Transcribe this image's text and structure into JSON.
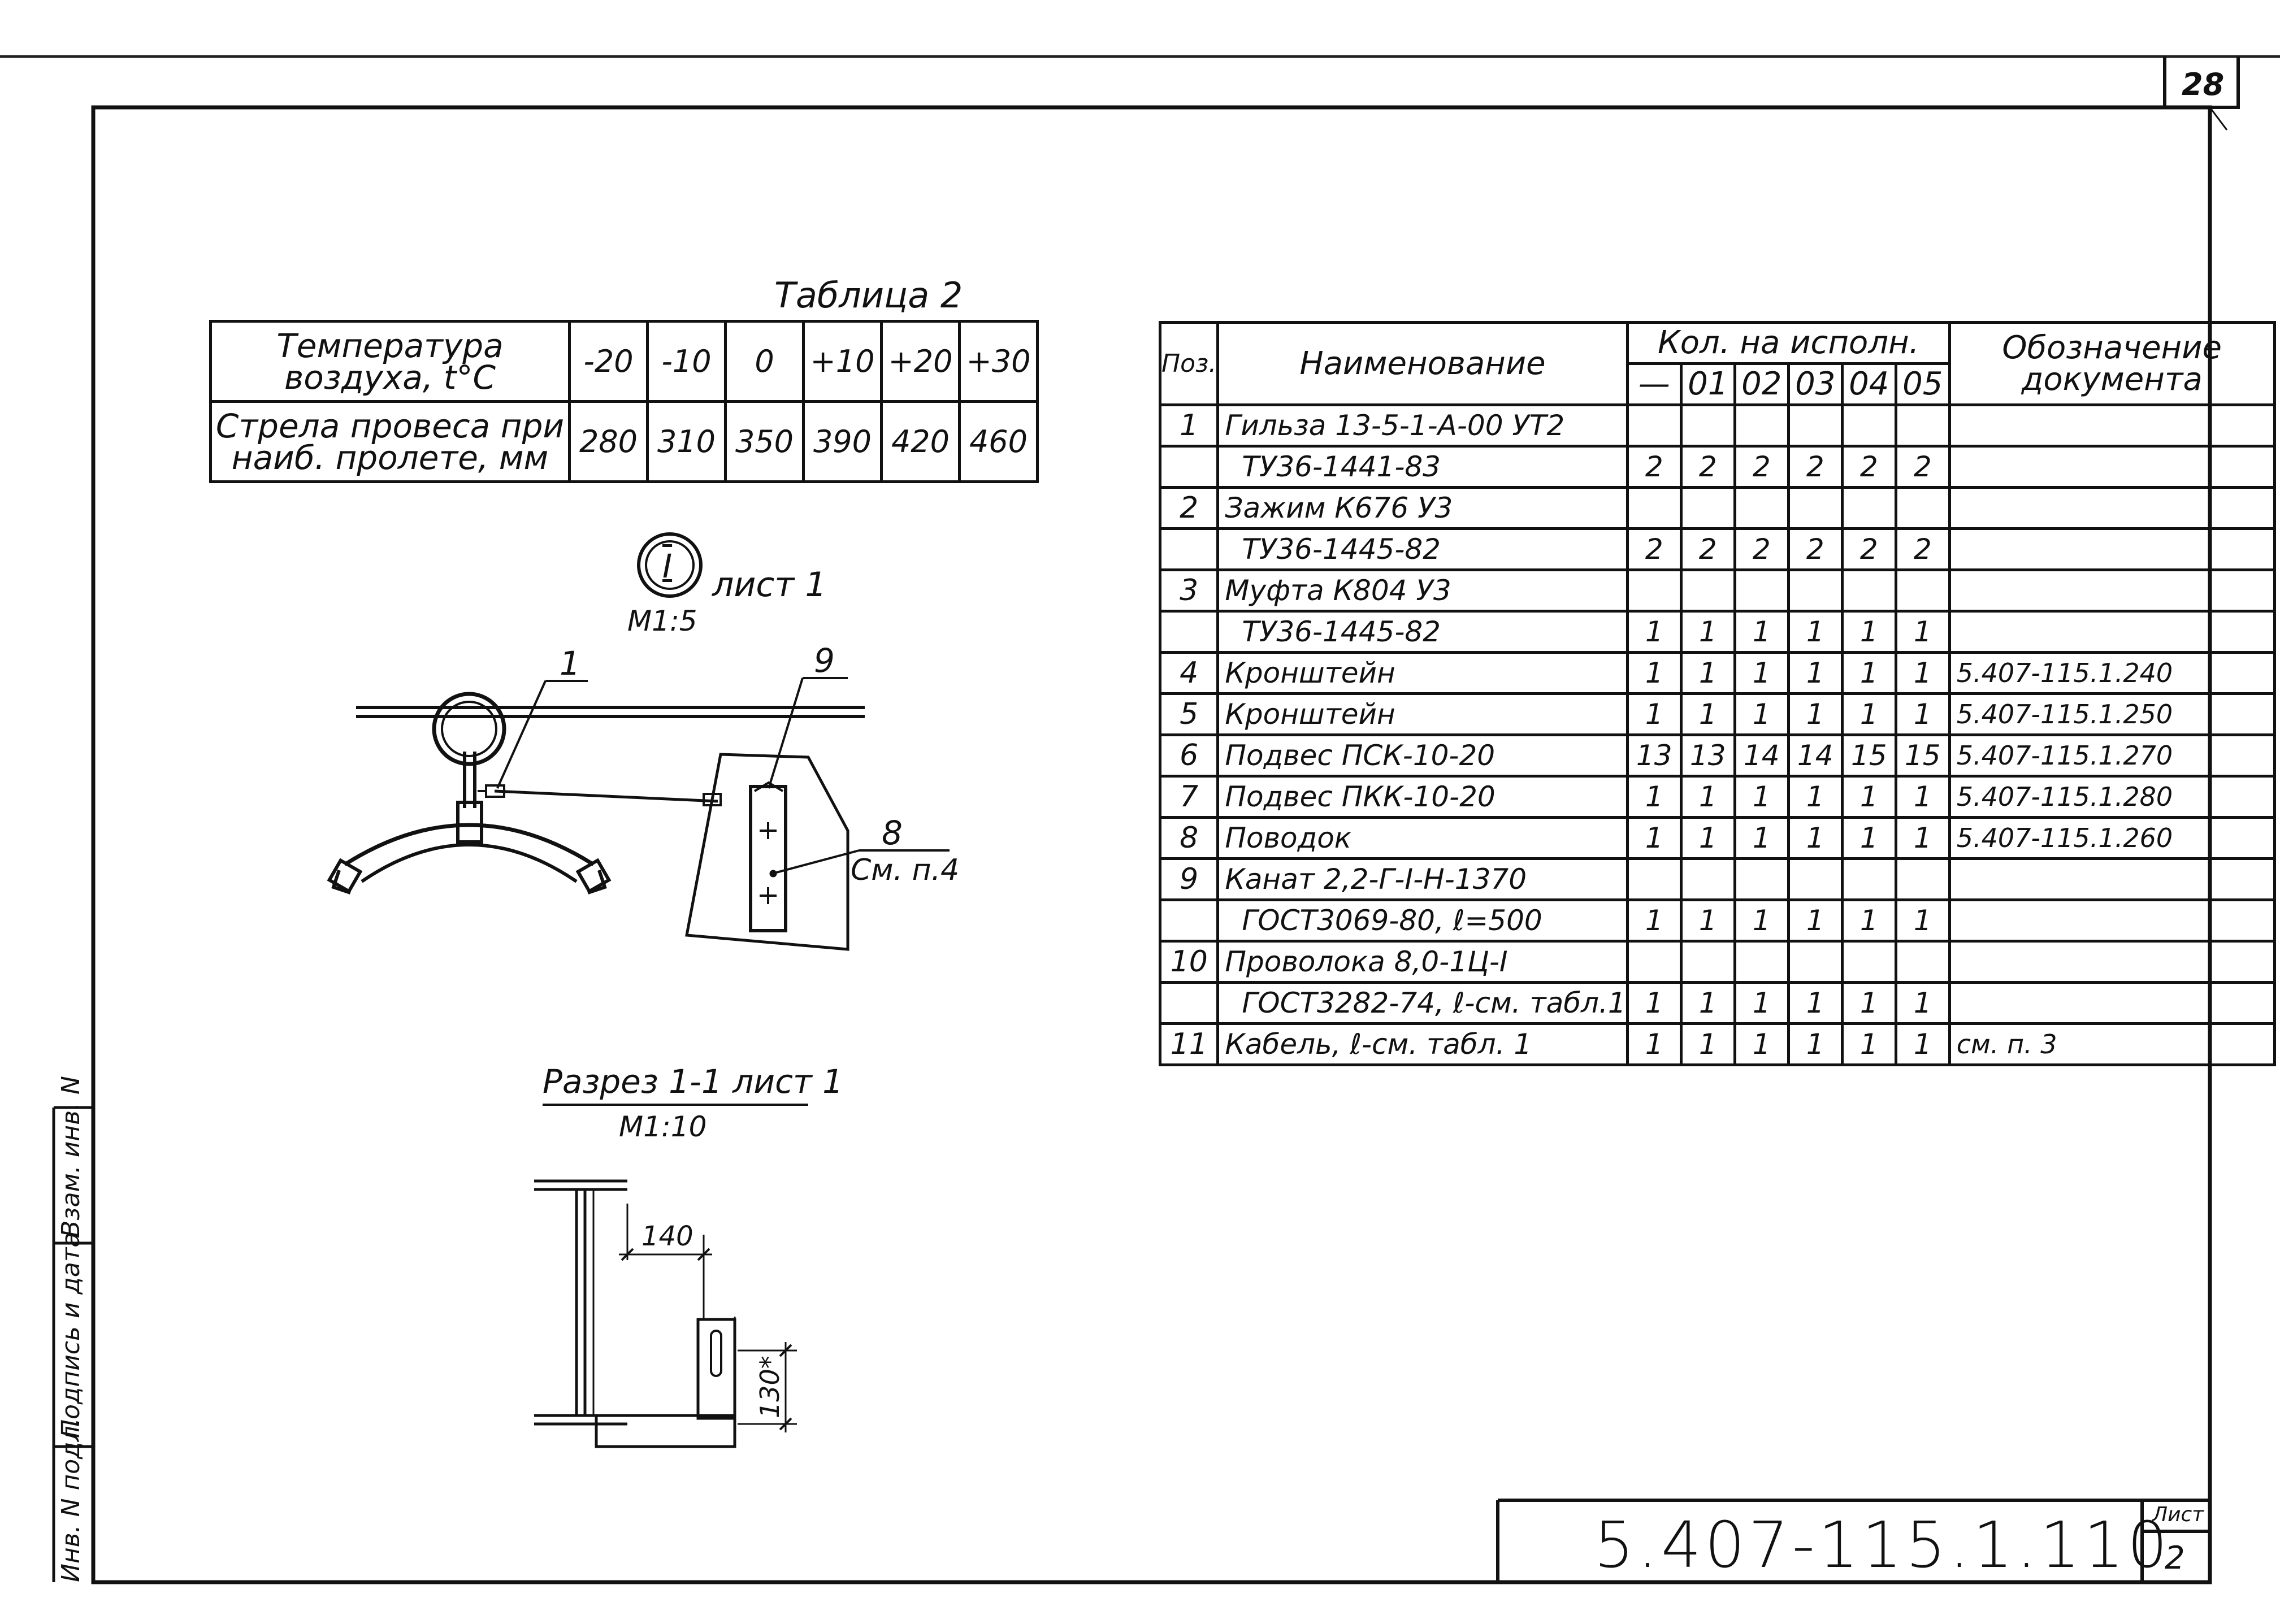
{
  "page_number": "28",
  "table2": {
    "caption": "Таблица 2",
    "row1_header": "Температура воздуха, t°C",
    "row1_values": [
      "-20",
      "-10",
      "0",
      "+10",
      "+20",
      "+30"
    ],
    "row2_header": "Стрела провеса при наиб. пролете, мм",
    "row2_values": [
      "280",
      "310",
      "350",
      "390",
      "420",
      "460"
    ]
  },
  "detail": {
    "marker": "I",
    "sheet_label": "лист 1",
    "scale": "М1:5",
    "callout_1": "1",
    "callout_9": "9",
    "callout_8": "8",
    "note_8": "См. п.4"
  },
  "section": {
    "title": "Разрез 1-1 лист 1",
    "scale": "М1:10",
    "dim_140": "140",
    "dim_130": "130*"
  },
  "spec": {
    "col_pos": "Поз.",
    "col_name": "Наименование",
    "col_qty": "Кол. на исполн.",
    "col_doc": "Обозначение документа",
    "variants": [
      "—",
      "01",
      "02",
      "03",
      "04",
      "05"
    ],
    "rows": [
      {
        "pos": "1",
        "name": "Гильза 13-5-1-А-00 УТ2",
        "q": [
          "",
          "",
          "",
          "",
          "",
          ""
        ],
        "doc": ""
      },
      {
        "pos": "",
        "name": "ТУ36-1441-83",
        "q": [
          "2",
          "2",
          "2",
          "2",
          "2",
          "2"
        ],
        "doc": ""
      },
      {
        "pos": "2",
        "name": "Зажим К676 У3",
        "q": [
          "",
          "",
          "",
          "",
          "",
          ""
        ],
        "doc": ""
      },
      {
        "pos": "",
        "name": "ТУ36-1445-82",
        "q": [
          "2",
          "2",
          "2",
          "2",
          "2",
          "2"
        ],
        "doc": ""
      },
      {
        "pos": "3",
        "name": "Муфта К804 У3",
        "q": [
          "",
          "",
          "",
          "",
          "",
          ""
        ],
        "doc": ""
      },
      {
        "pos": "",
        "name": "ТУ36-1445-82",
        "q": [
          "1",
          "1",
          "1",
          "1",
          "1",
          "1"
        ],
        "doc": ""
      },
      {
        "pos": "4",
        "name": "Кронштейн",
        "q": [
          "1",
          "1",
          "1",
          "1",
          "1",
          "1"
        ],
        "doc": "5.407-115.1.240"
      },
      {
        "pos": "5",
        "name": "Кронштейн",
        "q": [
          "1",
          "1",
          "1",
          "1",
          "1",
          "1"
        ],
        "doc": "5.407-115.1.250"
      },
      {
        "pos": "6",
        "name": "Подвес ПСК-10-20",
        "q": [
          "13",
          "13",
          "14",
          "14",
          "15",
          "15"
        ],
        "doc": "5.407-115.1.270"
      },
      {
        "pos": "7",
        "name": "Подвес ПКК-10-20",
        "q": [
          "1",
          "1",
          "1",
          "1",
          "1",
          "1"
        ],
        "doc": "5.407-115.1.280"
      },
      {
        "pos": "8",
        "name": "Поводок",
        "q": [
          "1",
          "1",
          "1",
          "1",
          "1",
          "1"
        ],
        "doc": "5.407-115.1.260"
      },
      {
        "pos": "9",
        "name": "Канат 2,2-Г-I-Н-1370",
        "q": [
          "",
          "",
          "",
          "",
          "",
          ""
        ],
        "doc": ""
      },
      {
        "pos": "",
        "name": "ГОСТ3069-80, ℓ=500",
        "q": [
          "1",
          "1",
          "1",
          "1",
          "1",
          "1"
        ],
        "doc": ""
      },
      {
        "pos": "10",
        "name": "Проволока 8,0-1Ц-I",
        "q": [
          "",
          "",
          "",
          "",
          "",
          ""
        ],
        "doc": ""
      },
      {
        "pos": "",
        "name": "ГОСТ3282-74, ℓ-см. табл.1",
        "q": [
          "1",
          "1",
          "1",
          "1",
          "1",
          "1"
        ],
        "doc": ""
      },
      {
        "pos": "11",
        "name": "Кабель, ℓ-см. табл. 1",
        "q": [
          "1",
          "1",
          "1",
          "1",
          "1",
          "1"
        ],
        "doc": "см. п. 3"
      }
    ]
  },
  "title_block": {
    "code": "5.407-115.1.110",
    "sheet_label": "Лист",
    "sheet_number": "2"
  },
  "side_stamp": {
    "f1": "Инв. N подл.",
    "f2": "Подпись и дата",
    "f3": "Взам. инв. N"
  }
}
